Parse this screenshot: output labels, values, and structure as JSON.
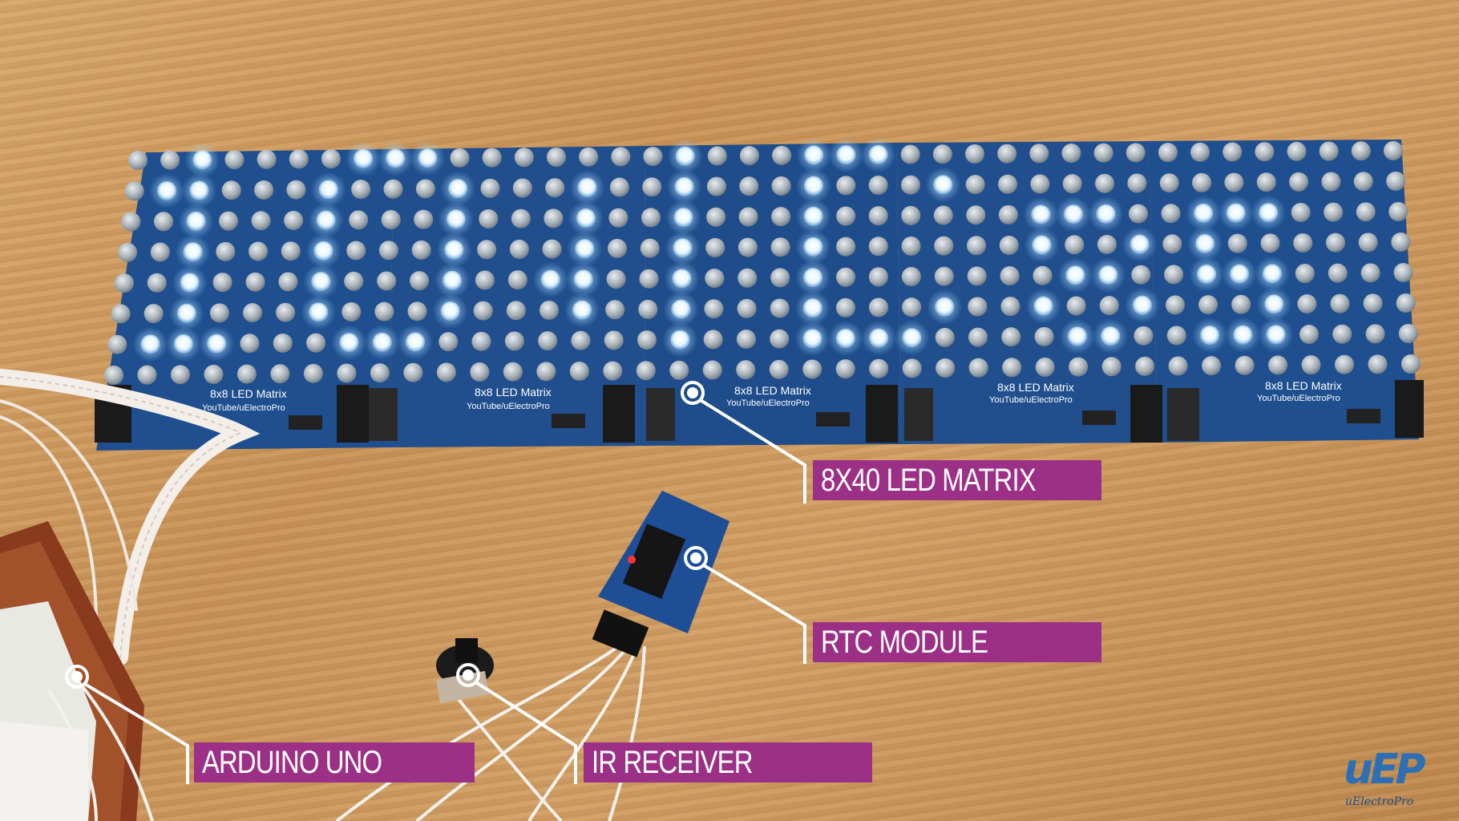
{
  "labels": {
    "led_matrix": "8X40 LED MATRIX",
    "rtc_module": "RTC MODULE",
    "arduino_uno": "ARDUINO UNO",
    "ir_receiver": "IR RECEIVER"
  },
  "pcb": {
    "title": "8x8 LED Matrix",
    "subtitle": "YouTube/uElectroPro",
    "module_count": 5
  },
  "logo": {
    "mark": "uEP",
    "text": "uElectroPro"
  },
  "colors": {
    "label_bg": "#9c2f86",
    "pcb_blue": "#1f4f8f",
    "led_on": "#f2fbff",
    "led_off": "#9aa4ad",
    "wood": "#cf9c62"
  }
}
